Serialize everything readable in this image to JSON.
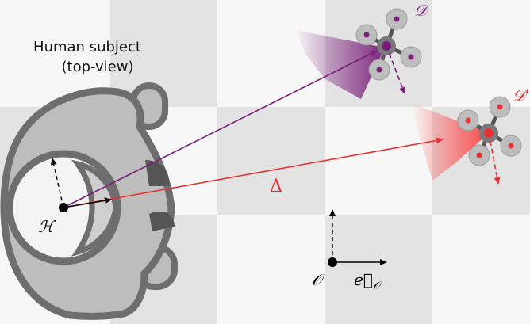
{
  "caption": {
    "line1": "Human subject",
    "line2": "(top-view)"
  },
  "labels": {
    "human": "ℋ",
    "drone_purple": "𝒟",
    "drone_red": "𝒟'",
    "offset": "Δ",
    "origin": "𝒪",
    "basis": "e⃗",
    "basis_sub": "𝒪"
  },
  "colors": {
    "purple": "#7a1d7a",
    "red": "#e83232",
    "body_dark": "#6e6e6e",
    "body_light": "#bdbdbd",
    "checker_dark": "#e3e3e3",
    "checker_light": "#f7f7f7"
  },
  "icons": [
    "human-top-view-icon",
    "quadcopter-icon",
    "camera-fov-cone-icon"
  ]
}
